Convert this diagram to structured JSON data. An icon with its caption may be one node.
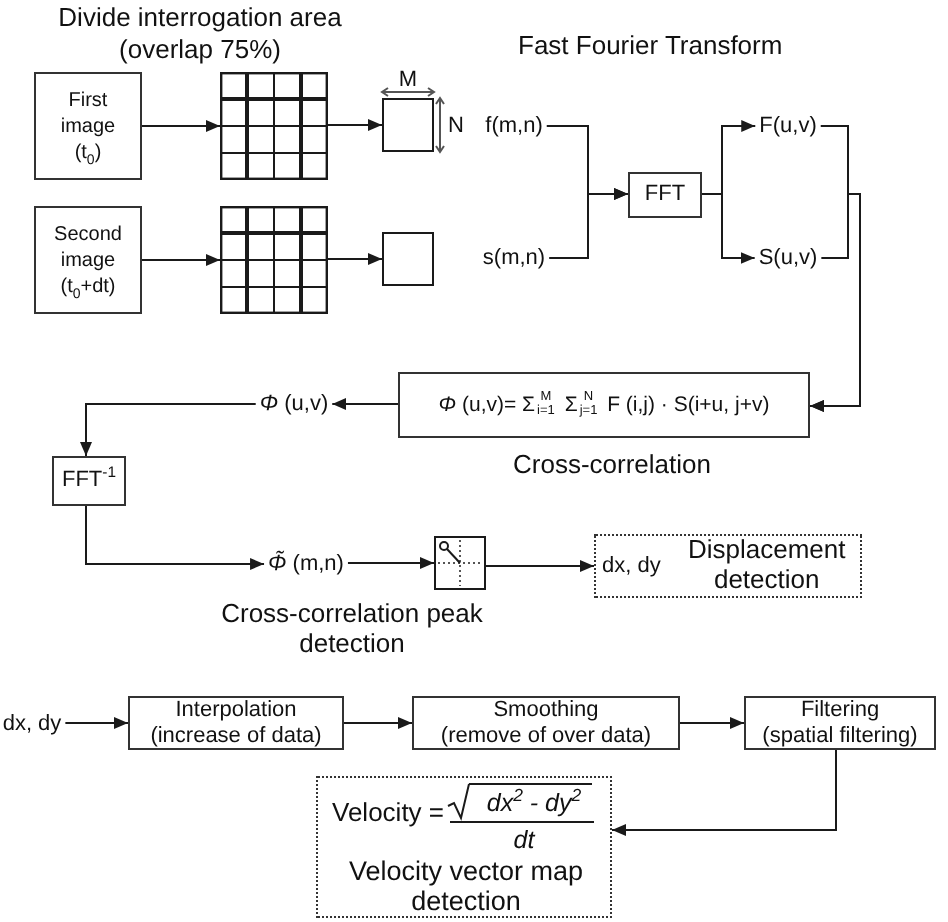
{
  "diagram": {
    "nodes": [
      {
        "text": [
          "First image (t$_{0}$)"
        ]
      },
      {
        "text": [],
        "shape": "grid"
      },
      {
        "text": [],
        "shape": "box",
        "beside": [
          "M",
          "N"
        ]
      },
      {
        "text": [
          "Second image (t$_{0}$+dt)"
        ]
      },
      {
        "text": [],
        "shape": "grid"
      },
      {
        "text": [],
        "shape": "box"
      },
      {
        "text": [
          "f(m,n)"
        ]
      },
      {
        "text": [
          "s(m,n)"
        ]
      },
      {
        "text": [
          "FFT"
        ]
      },
      {
        "text": [
          "F(u,v)"
        ]
      },
      {
        "text": [
          "S(u,v)"
        ]
      },
      {
        "text": [
          "*Φ* (u,v)= Σ$_{i=1}$$^{M}$ Σ$_{j=1}$$^{N}$ F (i,j) · S(i+u, j+v)"
        ],
        "beside": [
          "Cross-correlation"
        ]
      },
      {
        "text": [
          "*Φ* (u,v)"
        ]
      },
      {
        "text": [
          "FFT$^{-1}$"
        ]
      },
      {
        "text": [
          "*Φ̃* (m,n)"
        ]
      },
      {
        "text": [],
        "shape": "picture",
        "beside": [
          "Cross-correlation peak detection"
        ]
      },
      {
        "text": [
          "dx, dy",
          "Displacement detection"
        ]
      },
      {
        "text": [
          "dx, dy"
        ]
      },
      {
        "text": [
          "Interpolation",
          "(increase of data)"
        ]
      },
      {
        "text": [
          "Smoothing",
          "(remove of over data)"
        ]
      },
      {
        "text": [
          "Filtering",
          "(spatial filtering)"
        ]
      },
      {
        "text": [
          "Velocity =",
          "dx$^{2}$ - dy$^{2}$",
          "dt",
          "Velocity vector map detection"
        ]
      }
    ],
    "edges": [
      {
        "from": 0,
        "to": 1,
        "arrow": "to"
      },
      {
        "from": 1,
        "to": 2,
        "arrow": "to"
      },
      {
        "from": 3,
        "to": 4,
        "arrow": "to"
      },
      {
        "from": 4,
        "to": 5,
        "arrow": "to"
      },
      {
        "from": 6,
        "to": 8,
        "arrow": "to"
      },
      {
        "from": 7,
        "to": 8,
        "arrow": "to"
      },
      {
        "from": 8,
        "to": 9,
        "arrow": "to"
      },
      {
        "from": 8,
        "to": 10,
        "arrow": "to"
      },
      {
        "from": 9,
        "to": 11,
        "arrow": "to"
      },
      {
        "from": 10,
        "to": 11,
        "arrow": "to"
      },
      {
        "from": 11,
        "to": 12,
        "arrow": "to"
      },
      {
        "from": 12,
        "to": 13,
        "arrow": "to"
      },
      {
        "from": 13,
        "to": 14,
        "arrow": "to"
      },
      {
        "from": 14,
        "to": 15,
        "arrow": "to"
      },
      {
        "from": 15,
        "to": 16,
        "arrow": "to"
      },
      {
        "from": 17,
        "to": 18,
        "arrow": "to"
      },
      {
        "from": 18,
        "to": 19,
        "arrow": "to"
      },
      {
        "from": 19,
        "to": 20,
        "arrow": "to"
      },
      {
        "from": 20,
        "to": 21,
        "arrow": "to"
      }
    ],
    "labels": [
      "Divide interrogation area (overlap 75%)",
      "Fast Fourier Transform"
    ]
  }
}
